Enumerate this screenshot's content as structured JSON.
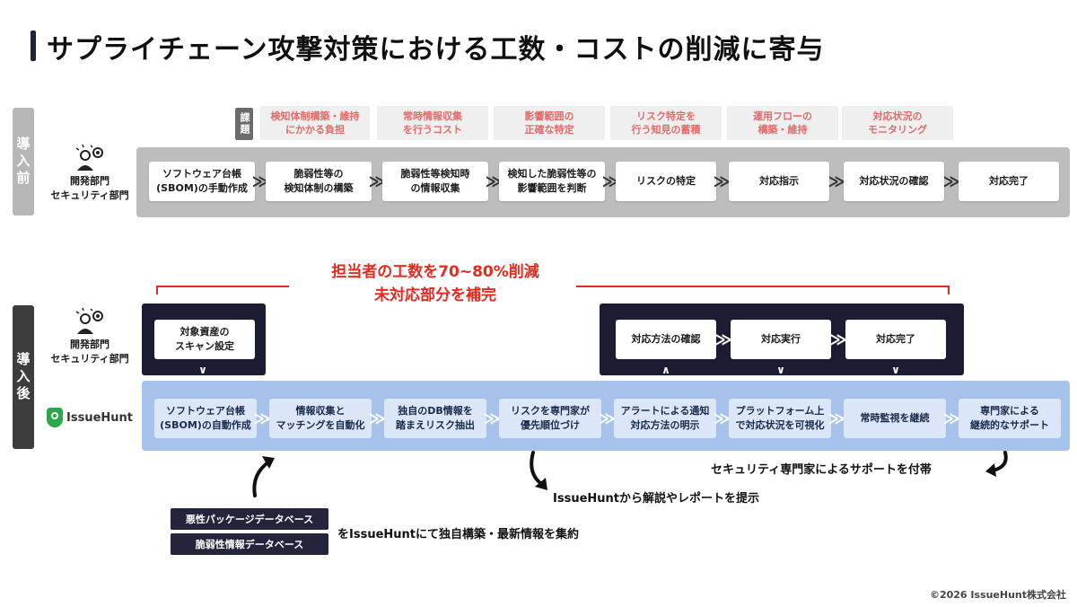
{
  "title": "サプライチェーン攻撃対策における工数・コストの削減に寄与",
  "before": {
    "label": "導入前",
    "dept": [
      "開発部門",
      "セキュリティ部門"
    ],
    "kadai_label": "課題",
    "issues": [
      "検知体制構築・維持\nにかかる負担",
      "常時情報収集\nを行うコスト",
      "影響範囲の\n正確な特定",
      "リスク特定を\n行う知見の蓄積",
      "運用フローの\n構築・維持",
      "対応状況の\nモニタリング"
    ],
    "steps": [
      "ソフトウェア台帳\n(SBOM)の手動作成",
      "脆弱性等の\n検知体制の構築",
      "脆弱性等検知時\nの情報収集",
      "検知した脆弱性等の\n影響範囲を判断",
      "リスクの特定",
      "対応指示",
      "対応状況の確認",
      "対応完了"
    ]
  },
  "reduction": [
    "担当者の工数を70~80%削減",
    "未対応部分を補完"
  ],
  "after": {
    "label": "導入後",
    "dept": [
      "開発部門",
      "セキュリティ部門"
    ],
    "brand": "IssueHunt",
    "dev_left": "対象資産の\nスキャン設定",
    "dev_right": [
      "対応方法の確認",
      "対応実行",
      "対応完了"
    ],
    "steps": [
      "ソフトウェア台帳\n(SBOM)の自動作成",
      "情報収集と\nマッチングを自動化",
      "独自のDB情報を\n踏まえリスク抽出",
      "リスクを専門家が\n優先順位づけ",
      "アラートによる通知\n対応方法の明示",
      "プラットフォーム上\nで対応状況を可視化",
      "常時監視を継続",
      "専門家による\n継続的なサポート"
    ]
  },
  "notes": {
    "support": "セキュリティ専門家によるサポートを付帯",
    "report": "IssueHuntから解説やレポートを提示",
    "db_suffix": "をIssueHuntにて独自構築・最新情報を集約"
  },
  "db_tags": [
    "悪性パッケージデータベース",
    "脆弱性情報データベース"
  ],
  "footer": "©2026 IssueHunt株式会社",
  "colors": {
    "accent_red": "#e62a1f",
    "navy": "#1c1d33",
    "blue_band": "#a6c1ea",
    "issue_text": "#e46a6a"
  }
}
